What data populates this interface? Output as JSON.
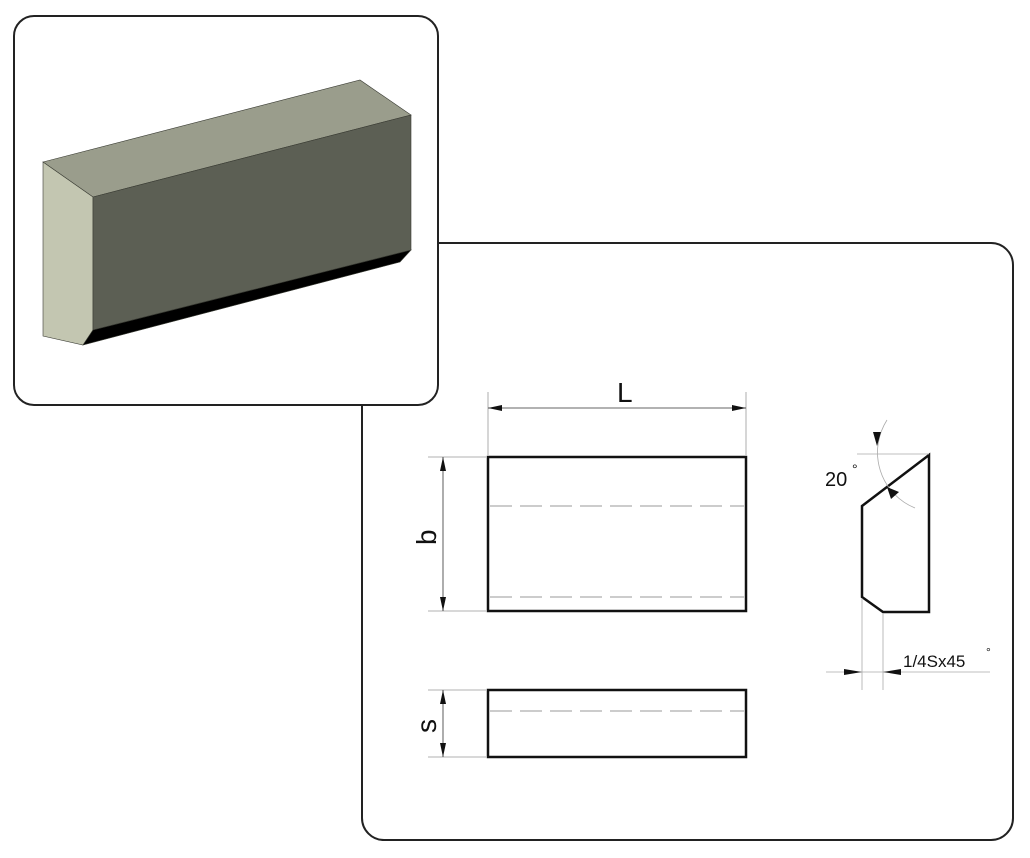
{
  "drawing": {
    "length_label": "L",
    "width_label": "b",
    "thickness_label": "s",
    "angle_label": "20",
    "angle_degree": "°",
    "chamfer_label": "1/4Sx45",
    "chamfer_degree": "°"
  },
  "colors": {
    "top_face": "#9a9d8c",
    "side_face": "#c3c6b1",
    "front_face": "#5c5f54",
    "chamfer": "#000000",
    "frame": "#222222"
  }
}
